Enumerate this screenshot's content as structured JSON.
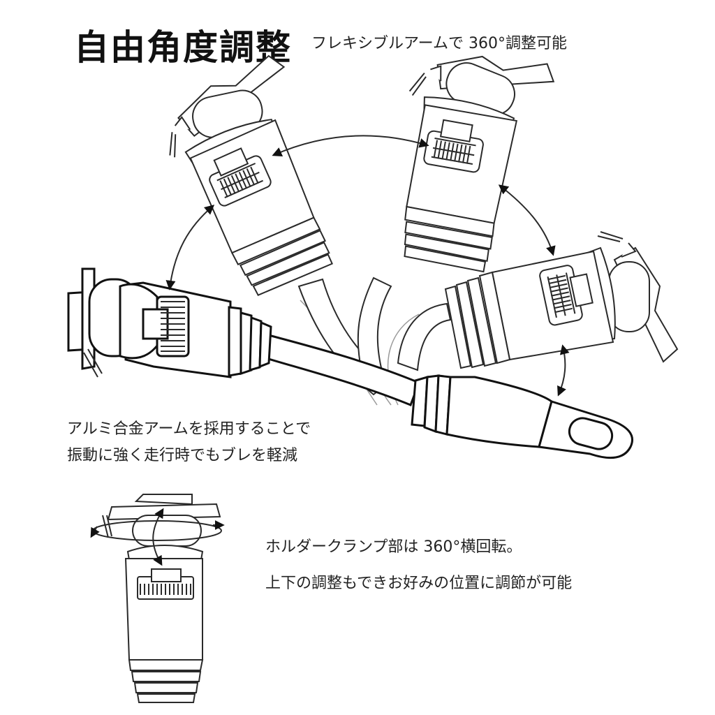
{
  "title": "自由角度調整",
  "subtitle": "フレキシブルアームで 360°調整可能",
  "captions": {
    "arm": [
      "アルミ合金アームを採用することで",
      "振動に強く走行時でもブレを軽減"
    ],
    "holder": [
      "ホルダークランプ部は 360°横回転。",
      "上下の調整もできお好みの位置に調節が可能"
    ]
  }
}
